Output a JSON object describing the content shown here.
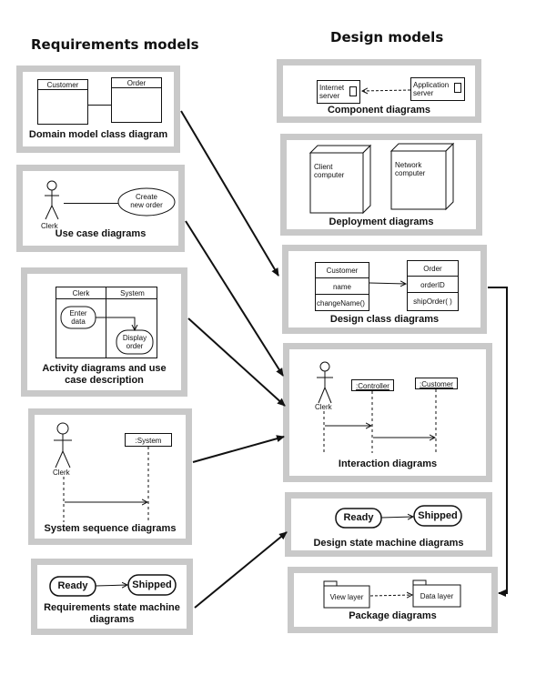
{
  "headings": {
    "left": "Requirements models",
    "right": "Design models"
  },
  "left": {
    "domain": {
      "caption": "Domain model class diagram",
      "class1": "Customer",
      "class2": "Order"
    },
    "usecase": {
      "caption": "Use case diagrams",
      "actor": "Clerk",
      "usecase_l1": "Create",
      "usecase_l2": "new order"
    },
    "activity": {
      "caption_l1": "Activity diagrams and use",
      "caption_l2": "case description",
      "lane1": "Clerk",
      "lane2": "System",
      "act1_l1": "Enter",
      "act1_l2": "data",
      "act2_l1": "Display",
      "act2_l2": "order"
    },
    "ssd": {
      "caption": "System sequence diagrams",
      "actor": "Clerk",
      "object": ":System"
    },
    "reqstate": {
      "caption_l1": "Requirements state machine",
      "caption_l2": "diagrams",
      "state1": "Ready",
      "state2": "Shipped"
    }
  },
  "right": {
    "component": {
      "caption": "Component diagrams",
      "comp1_l1": "Internet",
      "comp1_l2": "server",
      "comp2_l1": "Application",
      "comp2_l2": "server"
    },
    "deployment": {
      "caption": "Deployment diagrams",
      "node1_l1": "Client",
      "node1_l2": "computer",
      "node2_l1": "Network",
      "node2_l2": "computer"
    },
    "designclass": {
      "caption": "Design class diagrams",
      "class1": "Customer",
      "attr1": "name",
      "op1": "changeName()",
      "class2": "Order",
      "attr2": "orderID",
      "op2": "shipOrder( )"
    },
    "interaction": {
      "caption": "Interaction diagrams",
      "actor": "Clerk",
      "obj1": ":Controller",
      "obj2": ":Customer"
    },
    "designstate": {
      "caption": "Design state machine diagrams",
      "state1": "Ready",
      "state2": "Shipped"
    },
    "package": {
      "caption": "Package diagrams",
      "pkg1": "View layer",
      "pkg2": "Data layer"
    }
  }
}
